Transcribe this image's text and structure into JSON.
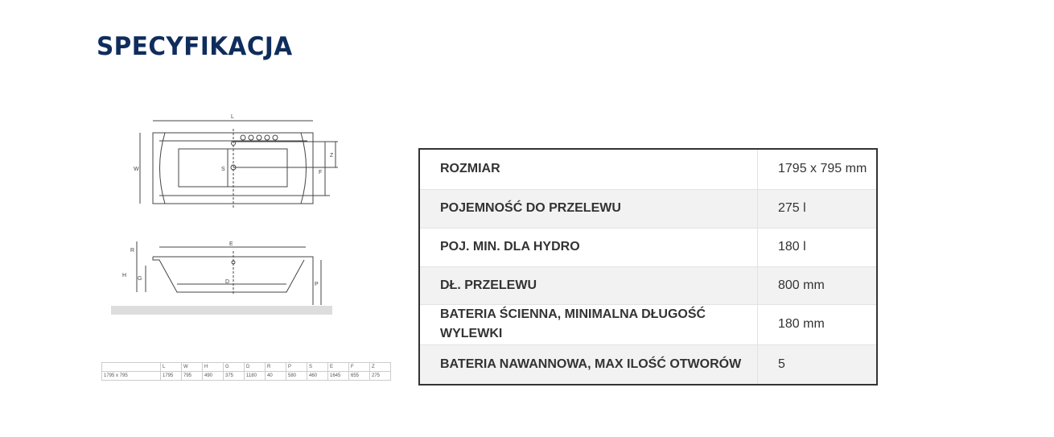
{
  "title": "SPECYFIKACJA",
  "drawing_labels": [
    "L",
    "W",
    "S",
    "Z",
    "F",
    "E",
    "R",
    "H",
    "G",
    "D",
    "P"
  ],
  "dimensions_table": {
    "headers": [
      "",
      "L",
      "W",
      "H",
      "G",
      "D",
      "R",
      "P",
      "S",
      "E",
      "F",
      "Z"
    ],
    "row": [
      "1795 x 795",
      "1795",
      "795",
      "490",
      "375",
      "1180",
      "40",
      "580",
      "460",
      "1645",
      "655",
      "275"
    ]
  },
  "spec": [
    {
      "label": "ROZMIAR",
      "value": "1795 x 795 mm"
    },
    {
      "label": "POJEMNOŚĆ DO PRZELEWU",
      "value": "275 l"
    },
    {
      "label": "POJ. MIN. DLA HYDRO",
      "value": "180 l"
    },
    {
      "label": "DŁ. PRZELEWU",
      "value": "800 mm"
    },
    {
      "label": "BATERIA ŚCIENNA, MINIMALNA DŁUGOŚĆ WYLEWKI",
      "value": "180 mm"
    },
    {
      "label": "BATERIA NAWANNOWA, MAX ILOŚĆ OTWORÓW",
      "value": "5"
    }
  ]
}
